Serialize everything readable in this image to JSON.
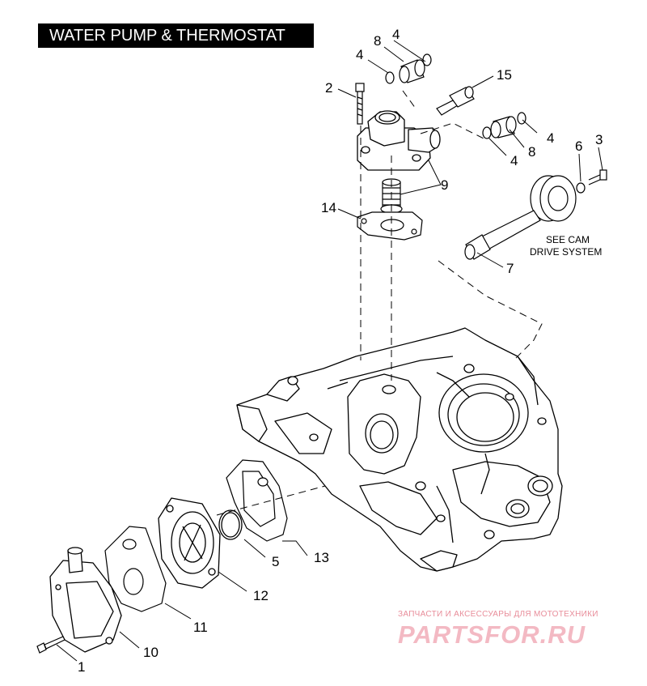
{
  "title": "WATER PUMP & THERMOSTAT",
  "callouts": {
    "c1": "1",
    "c2": "2",
    "c3": "3",
    "c4a": "4",
    "c4b": "4",
    "c4c": "4",
    "c4d": "4",
    "c5": "5",
    "c6": "6",
    "c7": "7",
    "c8a": "8",
    "c8b": "8",
    "c9": "9",
    "c10": "10",
    "c11": "11",
    "c12": "12",
    "c13": "13",
    "c14": "14",
    "c15": "15"
  },
  "note_line1": "SEE CAM",
  "note_line2": "DRIVE SYSTEM",
  "watermark": {
    "line1": "ЗАПЧАСТИ И АКСЕССУАРЫ ДЛЯ МОТОТЕХНИКИ",
    "line2": "PARTSFOR.RU",
    "color": "#f3b9c3"
  },
  "line_color": "#000000"
}
